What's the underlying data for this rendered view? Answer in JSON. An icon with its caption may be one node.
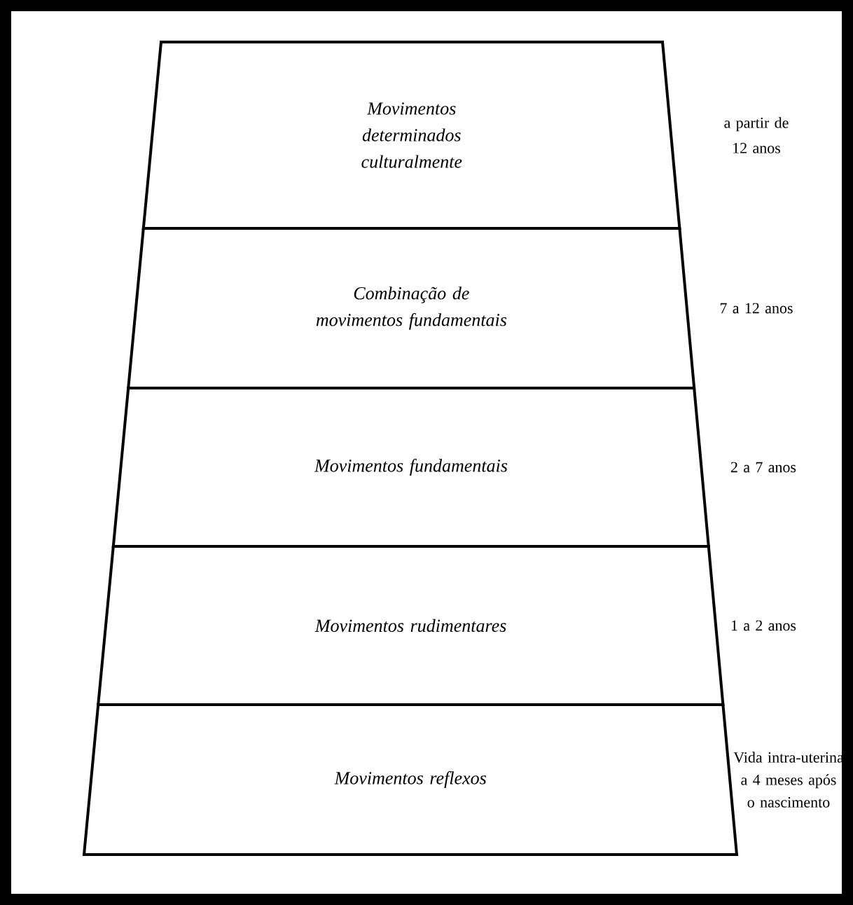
{
  "diagram": {
    "nodes": [
      {
        "text": [
          "Movimentos determinados culturalmente"
        ],
        "beside": [
          "a partir de 12 anos"
        ]
      },
      {
        "text": [
          "Combinação de movimentos fundamentais"
        ],
        "beside": [
          "7 a 12 anos"
        ]
      },
      {
        "text": [
          "Movimentos fundamentais"
        ],
        "beside": [
          "2 a 7 anos"
        ]
      },
      {
        "text": [
          "Movimentos rudimentares"
        ],
        "beside": [
          "1 a 2 anos"
        ]
      },
      {
        "text": [
          "Movimentos reflexos"
        ],
        "beside": [
          "Vida intra-uterina a 4 meses após o nascimento"
        ]
      }
    ]
  }
}
